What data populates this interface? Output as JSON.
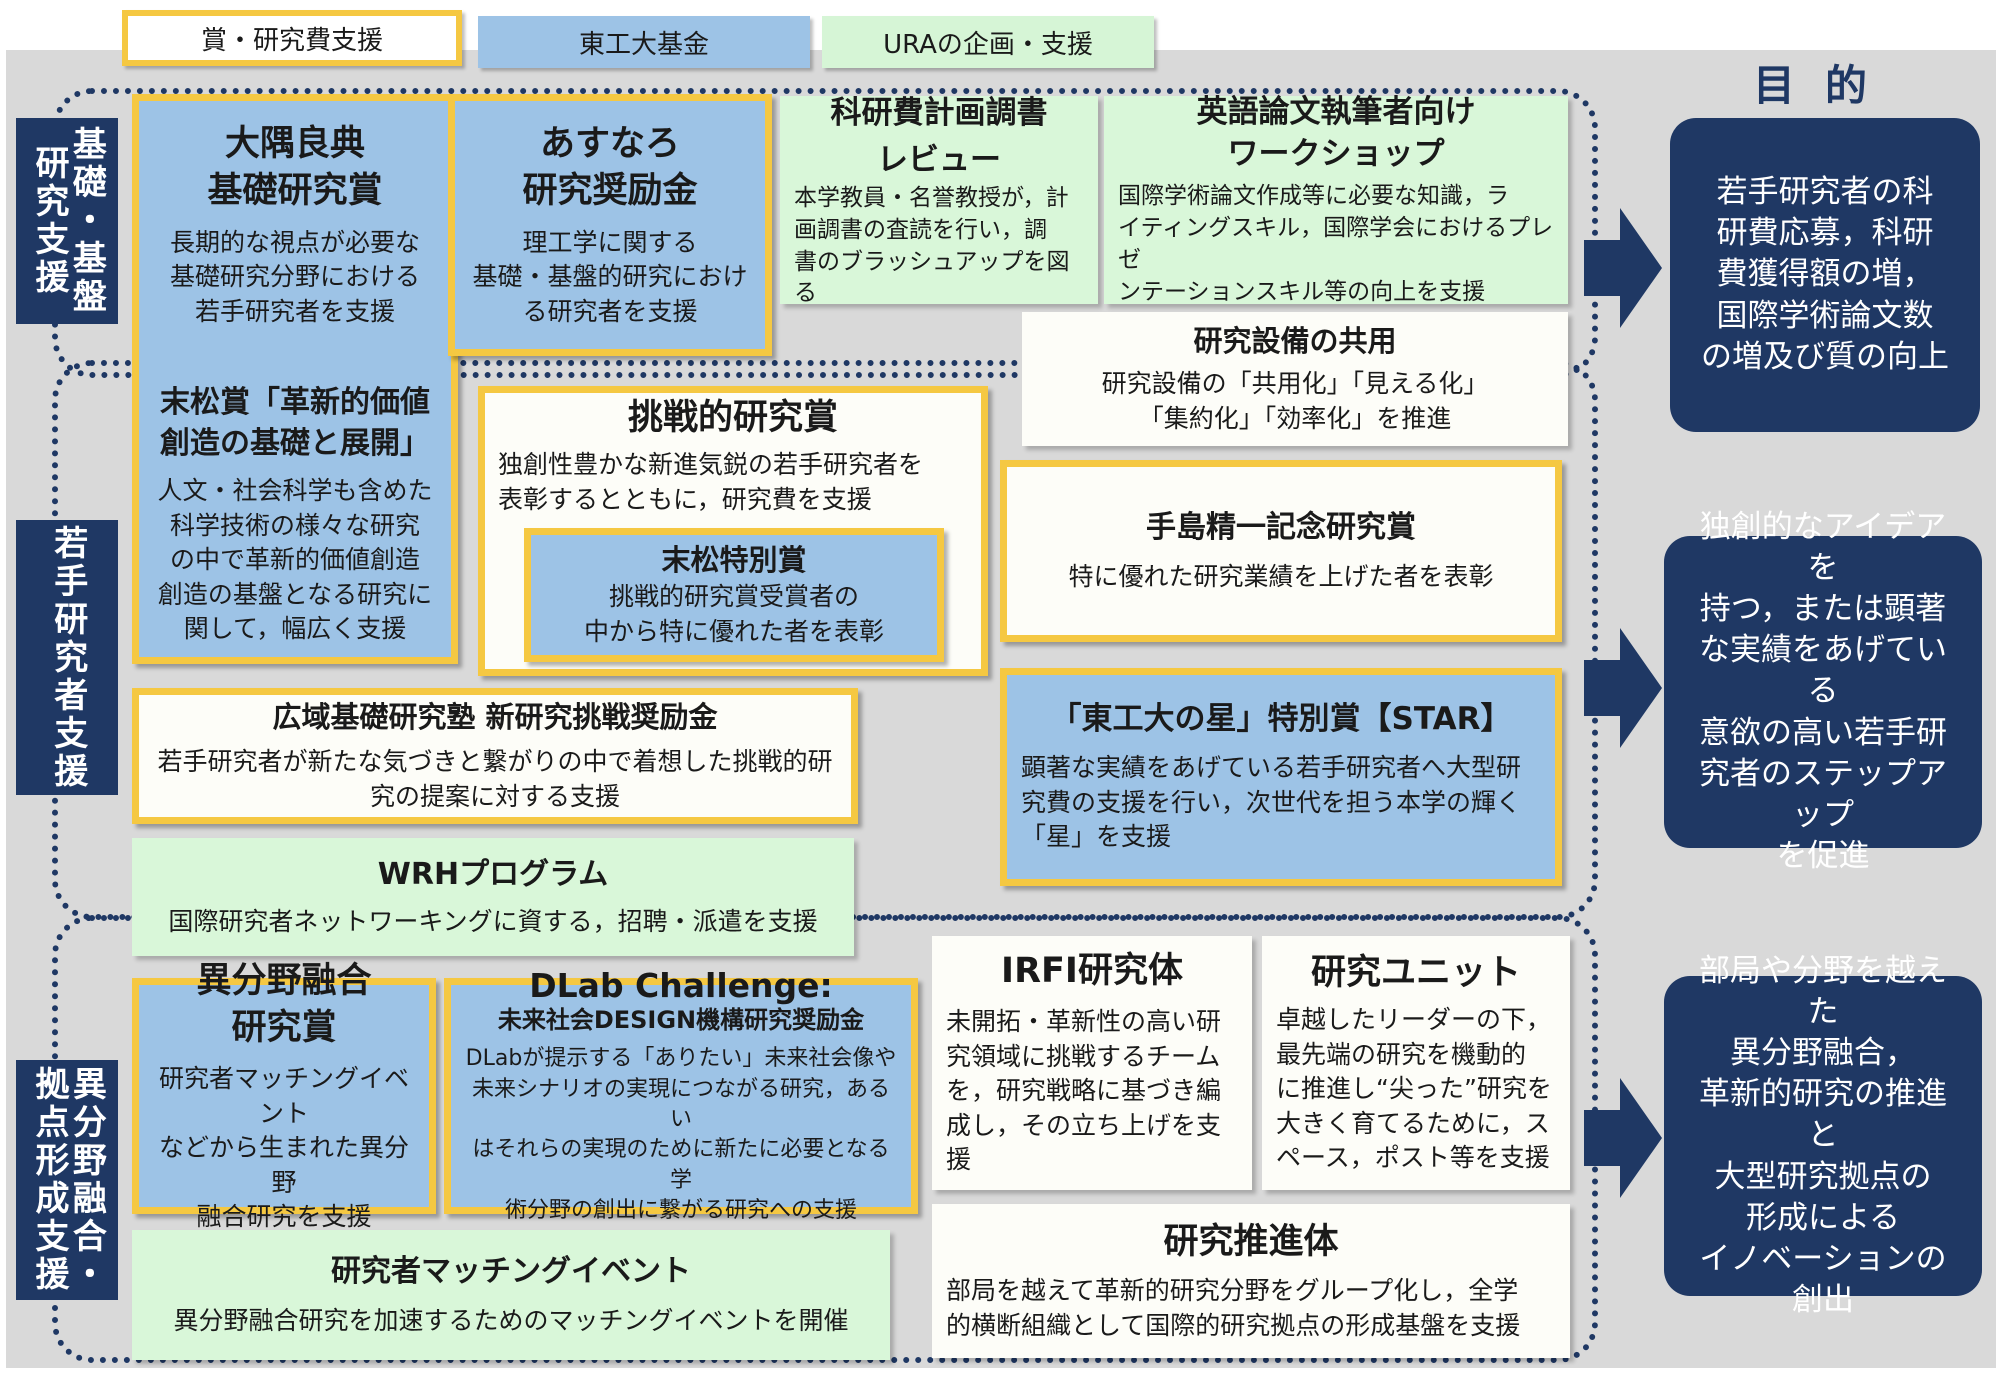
{
  "legend": {
    "prize_support": "賞・研究費支援",
    "titech_fund": "東工大基金",
    "ura_planning": "URAの企画・支援"
  },
  "colors": {
    "navy": "#1f3864",
    "blue": "#9dc3e6",
    "green": "#d9f7d9",
    "yellow": "#f5c842"
  },
  "categories": {
    "basic": "基礎・基盤研究支援",
    "young": "若手研究者支援",
    "interdisciplinary": "異分野融合・拠点形成支援"
  },
  "boxes": {
    "ohsumi": {
      "title": "大隅良典\n基礎研究賞",
      "desc": "長期的な視点が必要な\n基礎研究分野における\n若手研究者を支援"
    },
    "asunaro": {
      "title": "あすなろ\n研究奨励金",
      "desc": "理工学に関する\n基礎・基盤的研究におけ\nる研究者を支援"
    },
    "kakenhi_review": {
      "title": "科研費計画調書\nレビュー",
      "desc": "本学教員・名誉教授が，計\n画調書の査読を行い，調\n書のブラッシュアップを図る"
    },
    "english_workshop": {
      "title": "英語論文執筆者向け\nワークショップ",
      "desc": "国際学術論文作成等に必要な知識，ラ\nイティングスキル，国際学会におけるプレゼ\nンテーションスキル等の向上を支援"
    },
    "facility_sharing": {
      "title": "研究設備の共用",
      "desc": "研究設備の「共用化」「見える化」\n「集約化」「効率化」を推進"
    },
    "suematsu": {
      "title": "末松賞「革新的価値\n創造の基礎と展開」",
      "desc": "人文・社会科学も含めた\n科学技術の様々な研究\nの中で革新的価値創造\n創造の基盤となる研究に\n関して，幅広く支援"
    },
    "challenge": {
      "title": "挑戦的研究賞",
      "desc": "独創性豊かな新進気鋭の若手研究者を\n表彰するとともに，研究費を支援"
    },
    "suematsu_special": {
      "title": "末松特別賞",
      "desc": "挑戦的研究賞受賞者の\n中から特に優れた者を表彰"
    },
    "tejima": {
      "title": "手島精一記念研究賞",
      "desc": "特に優れた研究業績を上げた者を表彰"
    },
    "star": {
      "title": "「東工大の星」特別賞【STAR】",
      "desc": "顕著な実績をあげている若手研究者へ大型研\n究費の支援を行い，次世代を担う本学の輝く\n「星」を支援"
    },
    "koiki": {
      "title": "広域基礎研究塾 新研究挑戦奨励金",
      "desc": "若手研究者が新たな気づきと繋がりの中で着想した挑戦的研\n究の提案に対する支援"
    },
    "wrh": {
      "title": "WRHプログラム",
      "desc": "国際研究者ネットワーキングに資する，招聘・派遣を支援"
    },
    "ibunya_prize": {
      "title": "異分野融合\n研究賞",
      "desc": "研究者マッチングイベント\nなどから生まれた異分野\n融合研究を支援"
    },
    "dlab": {
      "title": "DLab Challenge:",
      "subtitle": "未来社会DESIGN機構研究奨励金",
      "desc": "DLabが提示する「ありたい」未来社会像や\n未来シナリオの実現につながる研究，あるい\nはそれらの実現のために新たに必要となる学\n術分野の創出に繋がる研究への支援"
    },
    "irfi": {
      "title": "IRFI研究体",
      "desc": "未開拓・革新性の高い研\n究領域に挑戦するチーム\nを，研究戦略に基づき編\n成し，その立ち上げを支援"
    },
    "research_unit": {
      "title": "研究ユニット",
      "desc": "卓越したリーダーの下，\n最先端の研究を機動的\nに推進し“尖った”研究を\n大きく育てるために，ス\nペース，ポスト等を支援"
    },
    "matching": {
      "title": "研究者マッチングイベント",
      "desc": "異分野融合研究を加速するためのマッチングイベントを開催"
    },
    "promotion": {
      "title": "研究推進体",
      "desc": "部局を越えて革新的研究分野をグループ化し，全学\n的横断組織として国際的研究拠点の形成基盤を支援"
    }
  },
  "purpose": {
    "title": "目的",
    "goal1": "若手研究者の科\n研費応募，科研\n費獲得額の増，\n国際学術論文数\nの増及び質の向上",
    "goal2": "独創的なアイデアを\n持つ，または顕著\nな実績をあげている\n意欲の高い若手研\n究者のステップアップ\nを促進",
    "goal3": "部局や分野を越えた\n異分野融合，\n革新的研究の推進と\n大型研究拠点の\n形成による\nイノベーションの創出"
  }
}
